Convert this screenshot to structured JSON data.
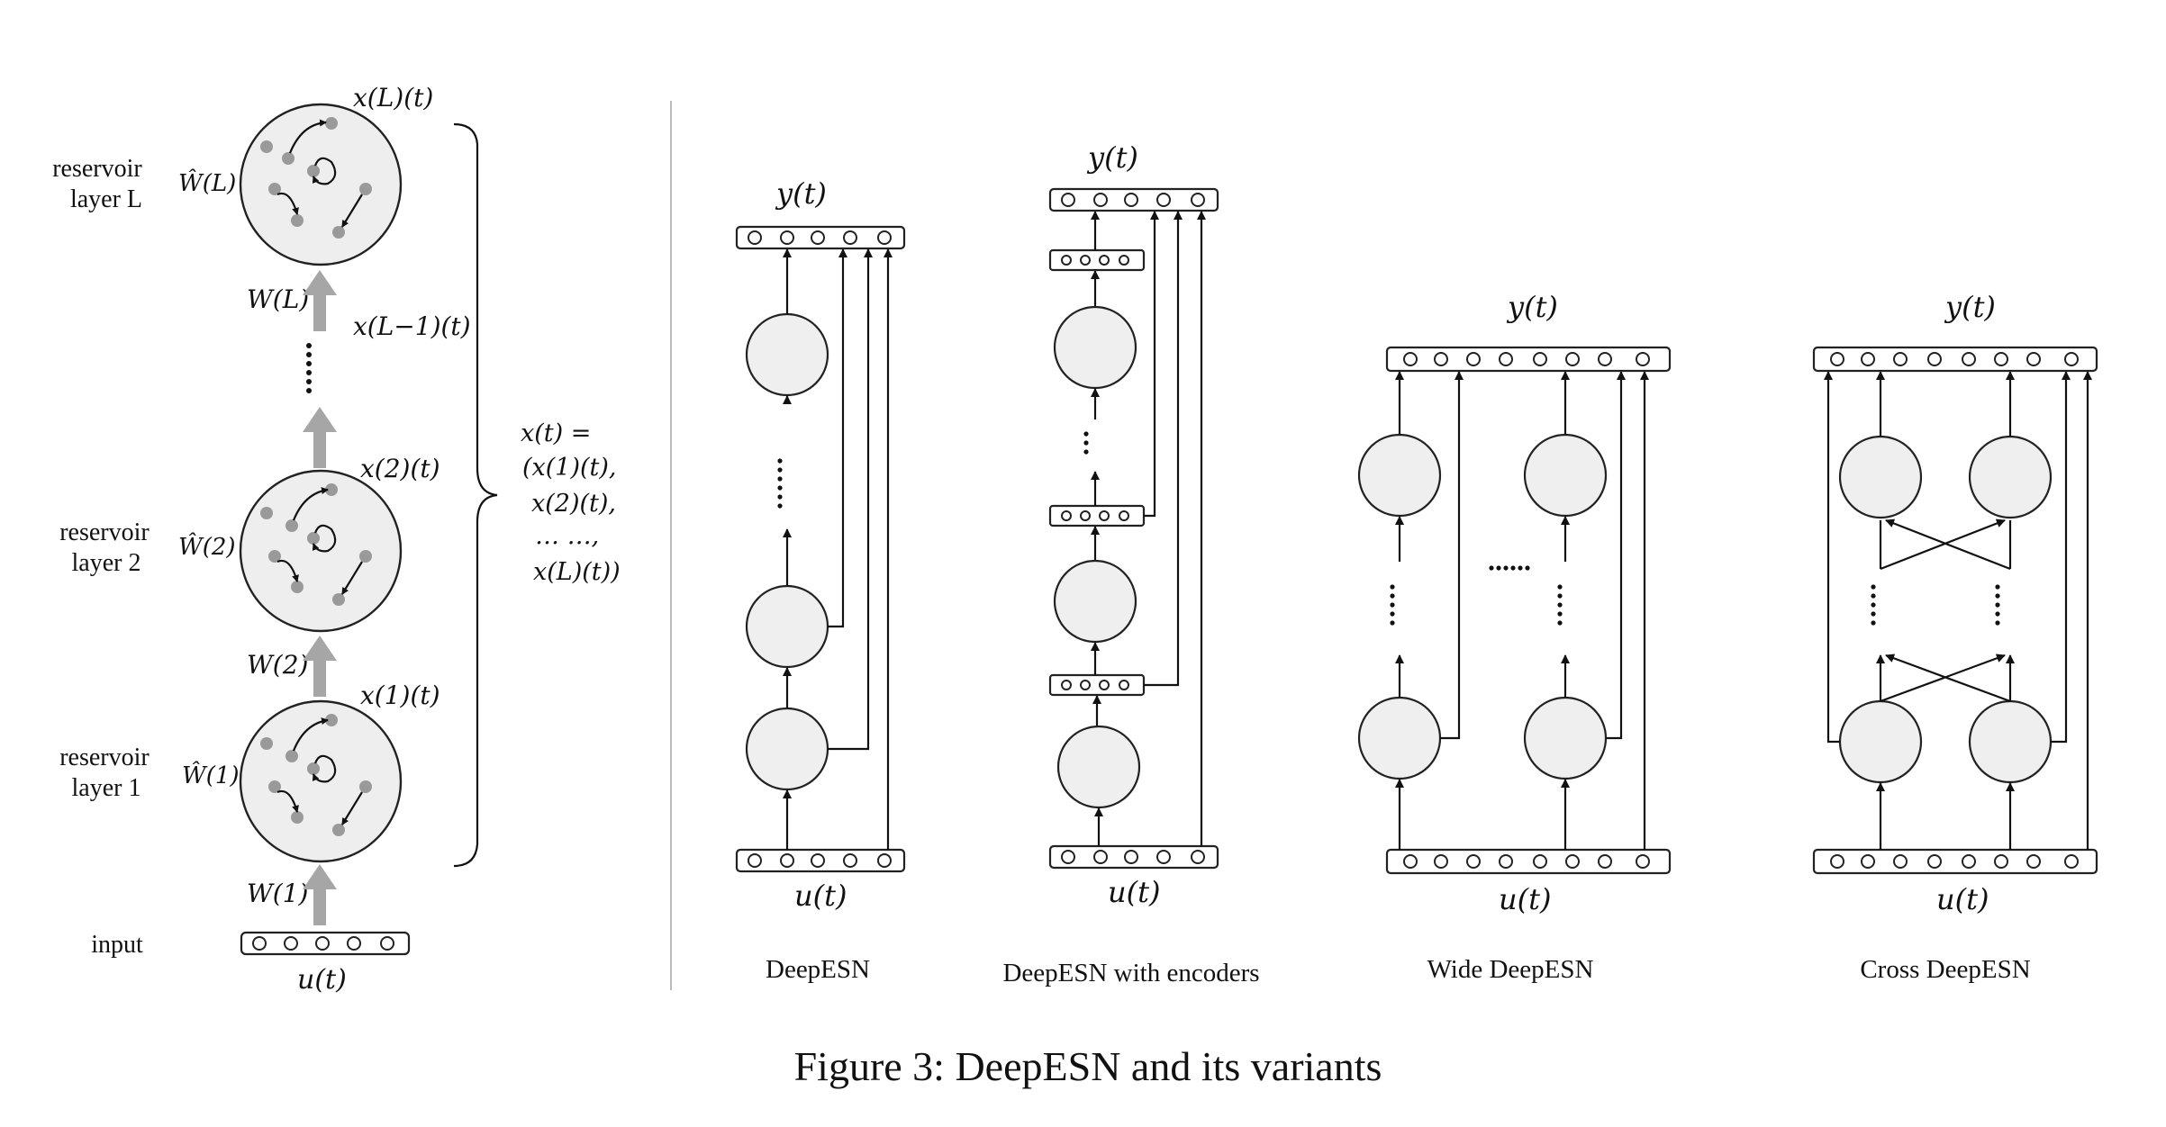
{
  "caption": "Figure 3: DeepESN and its variants",
  "left_panel": {
    "layer_L_label": [
      "reservoir",
      "layer L"
    ],
    "layer_2_label": [
      "reservoir",
      "layer 2"
    ],
    "layer_1_label": [
      "reservoir",
      "layer 1"
    ],
    "input_label": "input",
    "w_hat_L": "Ŵ(L)",
    "w_hat_2": "Ŵ(2)",
    "w_hat_1": "Ŵ(1)",
    "w_L": "W(L)",
    "w_2": "W(2)",
    "w_1": "W(1)",
    "x_L": "x(L)(t)",
    "x_Lm1": "x(L−1)(t)",
    "x_2": "x(2)(t)",
    "x_1": "x(1)(t)",
    "u": "u(t)",
    "state_eq": [
      "x(t) =",
      "(x(1)(t),",
      "x(2)(t),",
      "… …,",
      "x(L)(t))"
    ]
  },
  "variants": [
    {
      "caption": "DeepESN",
      "y": "y(t)",
      "u": "u(t)"
    },
    {
      "caption": "DeepESN with encoders",
      "y": "y(t)",
      "u": "u(t)"
    },
    {
      "caption": "Wide DeepESN",
      "y": "y(t)",
      "u": "u(t)"
    },
    {
      "caption": "Cross DeepESN",
      "y": "y(t)",
      "u": "u(t)"
    }
  ]
}
